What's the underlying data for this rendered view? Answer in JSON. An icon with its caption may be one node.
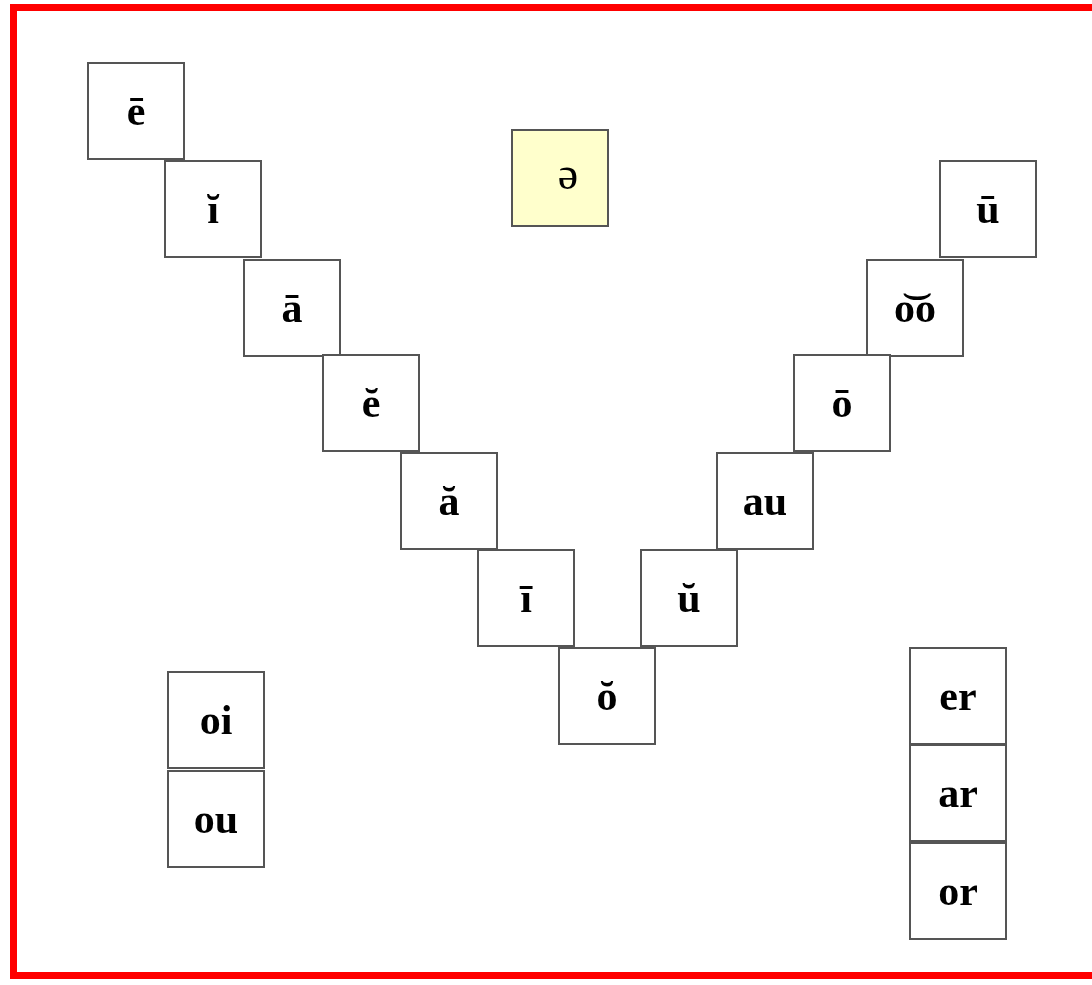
{
  "diagram": {
    "nodes": [
      {
        "text": [
          "ē"
        ]
      },
      {
        "text": [
          "ə"
        ]
      },
      {
        "text": [
          "ĭ"
        ]
      },
      {
        "text": [
          "ū"
        ]
      },
      {
        "text": [
          "ā"
        ]
      },
      {
        "text": [
          "o͝o"
        ]
      },
      {
        "text": [
          "ĕ"
        ]
      },
      {
        "text": [
          "ō"
        ]
      },
      {
        "text": [
          "ă"
        ]
      },
      {
        "text": [
          "au"
        ]
      },
      {
        "text": [
          "ī"
        ]
      },
      {
        "text": [
          "ŭ"
        ]
      },
      {
        "text": [
          "ŏ"
        ]
      },
      {
        "text": [
          "er"
        ]
      },
      {
        "text": [
          "oi"
        ]
      },
      {
        "text": [
          "ar"
        ]
      },
      {
        "text": [
          "ou"
        ]
      },
      {
        "text": [
          "or"
        ]
      }
    ]
  }
}
